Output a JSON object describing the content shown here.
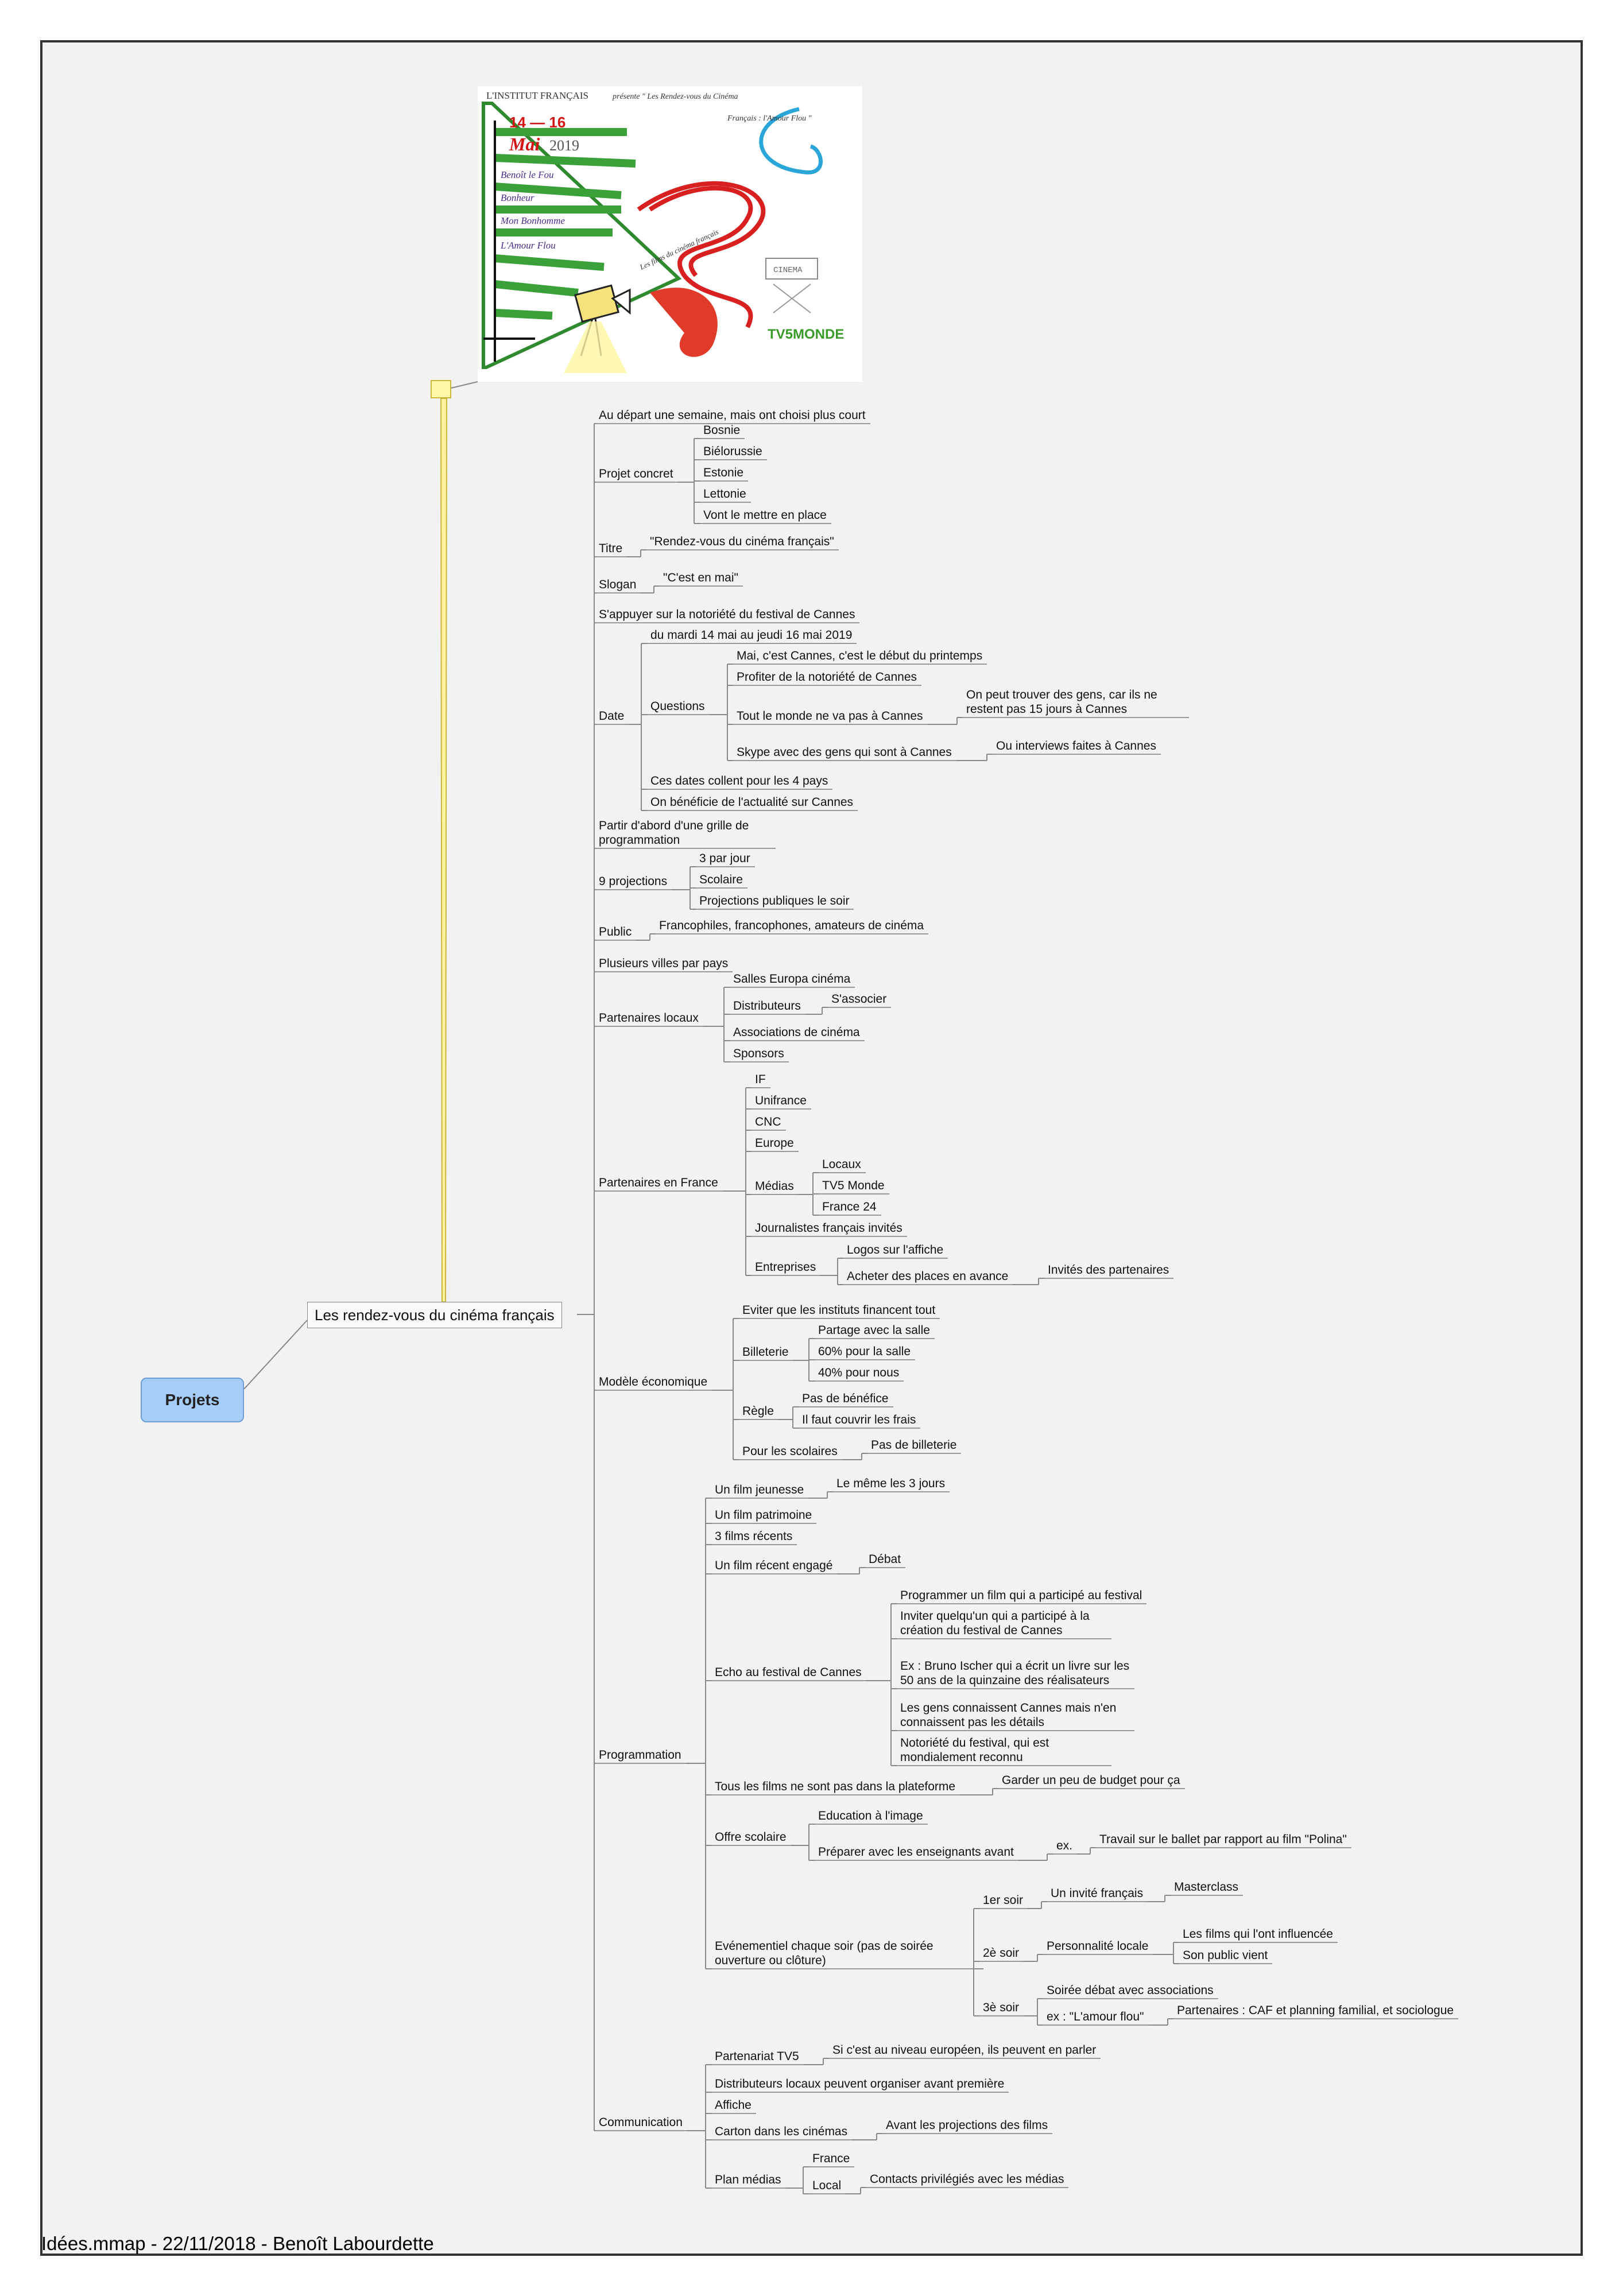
{
  "footer": "Idées.mmap - 22/11/2018 - Benoît Labourdette",
  "root": "Projets",
  "main_topic": "Les rendez-vous du cinéma français",
  "picture": {
    "line1": "L'INSTITUT FRANÇAIS",
    "line2": "présente \" Les Rendez-vous du Cinéma",
    "line3": "Français : l'Amour Flou \"",
    "date_big": "14 — 16",
    "date_month": "Mai",
    "date_year": "2019",
    "film1": "Benoît le Fou",
    "film2": "Bonheur",
    "film3": "Mon Bonhomme",
    "film4": "L'Amour Flou",
    "stairs_caption": "Les films du cinéma français",
    "cinema_label": "CINEMA",
    "tv5_label": "TV5MONDE"
  },
  "topics": {
    "t_depart": "Au départ une semaine, mais ont choisi plus court",
    "t_projet": "Projet concret",
    "t_projet_1": "Bosnie",
    "t_projet_2": "Biélorussie",
    "t_projet_3": "Estonie",
    "t_projet_4": "Lettonie",
    "t_projet_5": "Vont le mettre en place",
    "t_titre": "Titre",
    "t_titre_1": "\"Rendez-vous du cinéma français\"",
    "t_slogan": "Slogan",
    "t_slogan_1": "\"C'est en mai\"",
    "t_sappuyer": "S'appuyer sur la notoriété du festival de Cannes",
    "t_date": "Date",
    "t_date_1": "du mardi 14 mai au jeudi 16 mai 2019",
    "t_questions": "Questions",
    "t_q1": "Mai, c'est Cannes, c'est le début du printemps",
    "t_q2": "Profiter de la notoriété de Cannes",
    "t_q3": "Tout le monde ne va pas à Cannes",
    "t_q3_1": "On peut trouver des gens, car ils ne restent pas 15 jours à Cannes",
    "t_q4": "Skype avec des gens qui sont à Cannes",
    "t_q4_1": "Ou interviews faites à Cannes",
    "t_date_2": "Ces dates collent pour les 4 pays",
    "t_date_3": "On bénéficie de l'actualité sur Cannes",
    "t_partir": "Partir d'abord d'une grille de programmation",
    "t_9proj": "9 projections",
    "t_9proj_1": "3 par jour",
    "t_9proj_2": "Scolaire",
    "t_9proj_3": "Projections publiques le soir",
    "t_public": "Public",
    "t_public_1": "Francophiles, francophones, amateurs de cinéma",
    "t_villes": "Plusieurs villes par pays",
    "t_plocaux": "Partenaires locaux",
    "t_pl_1": "Salles Europa cinéma",
    "t_pl_2": "Distributeurs",
    "t_pl_2_1": "S'associer",
    "t_pl_3": "Associations de cinéma",
    "t_pl_4": "Sponsors",
    "t_pfrance": "Partenaires en France",
    "t_pf_1": "IF",
    "t_pf_2": "Unifrance",
    "t_pf_3": "CNC",
    "t_pf_4": "Europe",
    "t_pf_medias": "Médias",
    "t_pf_m1": "Locaux",
    "t_pf_m2": "TV5 Monde",
    "t_pf_m3": "France 24",
    "t_pf_5": "Journalistes français invités",
    "t_pf_ent": "Entreprises",
    "t_pf_e1": "Logos sur l'affiche",
    "t_pf_e2": "Acheter des places en avance",
    "t_pf_e2_1": "Invités des partenaires",
    "t_modele": "Modèle économique",
    "t_me_1": "Eviter que les instituts financent tout",
    "t_me_bill": "Billeterie",
    "t_me_b1": "Partage avec la salle",
    "t_me_b2": "60% pour la salle",
    "t_me_b3": "40% pour nous",
    "t_me_regle": "Règle",
    "t_me_r1": "Pas de bénéfice",
    "t_me_r2": "Il faut couvrir les frais",
    "t_me_scol": "Pour les scolaires",
    "t_me_s1": "Pas de billeterie",
    "t_prog": "Programmation",
    "t_pg_jeun": "Un film jeunesse",
    "t_pg_jeun_1": "Le même les 3 jours",
    "t_pg_patr": "Un film patrimoine",
    "t_pg_3rec": "3 films récents",
    "t_pg_eng": "Un film récent engagé",
    "t_pg_eng_1": "Débat",
    "t_pg_echo": "Echo au festival de Cannes",
    "t_pg_e1": "Programmer un film qui a participé au festival",
    "t_pg_e2": "Inviter quelqu'un qui a participé à la création du festival de Cannes",
    "t_pg_e3": "Ex : Bruno Ischer qui a écrit un livre sur les 50 ans de la quinzaine des réalisateurs",
    "t_pg_e4": "Les gens connaissent Cannes mais n'en connaissent pas les détails",
    "t_pg_e5": "Notoriété du festival, qui est mondialement reconnu",
    "t_pg_tous": "Tous les films ne sont pas dans la plateforme",
    "t_pg_tous_1": "Garder un peu de budget pour ça",
    "t_pg_offre": "Offre scolaire",
    "t_pg_o1": "Education à l'image",
    "t_pg_o2": "Préparer avec les enseignants avant",
    "t_pg_o2_ex": "ex.",
    "t_pg_o2_ex1": "Travail sur le ballet par rapport au film \"Polina\"",
    "t_pg_even": "Evénementiel chaque soir (pas de soirée ouverture ou clôture)",
    "t_pg_s1": "1er soir",
    "t_pg_s1_1": "Un invité français",
    "t_pg_s1_1_1": "Masterclass",
    "t_pg_s2": "2è soir",
    "t_pg_s2_1": "Personnalité locale",
    "t_pg_s2_1a": "Les films qui l'ont influencée",
    "t_pg_s2_1b": "Son public vient",
    "t_pg_s3": "3è soir",
    "t_pg_s3_1": "Soirée débat avec associations",
    "t_pg_s3_2": "ex : \"L'amour flou\"",
    "t_pg_s3_2_1": "Partenaires : CAF et planning familial, et sociologue",
    "t_comm": "Communication",
    "t_cm_tv5": "Partenariat TV5",
    "t_cm_tv5_1": "Si c'est au niveau européen, ils peuvent en parler",
    "t_cm_dist": "Distributeurs locaux peuvent organiser avant première",
    "t_cm_aff": "Affiche",
    "t_cm_cart": "Carton dans les cinémas",
    "t_cm_cart_1": "Avant les projections des films",
    "t_cm_plan": "Plan médias",
    "t_cm_p1": "France",
    "t_cm_p2": "Local",
    "t_cm_p2_1": "Contacts privilégiés avec les médias"
  }
}
